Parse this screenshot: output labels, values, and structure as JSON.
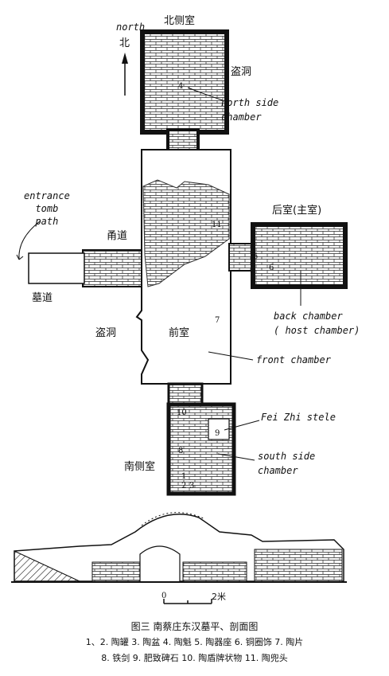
{
  "north_compass": {
    "en": "north",
    "cn": "北"
  },
  "rooms": {
    "north_side": {
      "cn": "北侧室",
      "en": "north side\nchamber"
    },
    "robbers_hole_north": "盗洞",
    "back": {
      "cn": "后室(主室)",
      "en": "back chamber\n( host chamber)"
    },
    "passage": "甬道",
    "entrance": {
      "cn": "墓道",
      "en": "entrance\ntomb\npath"
    },
    "robbers_hole_front": "盗洞",
    "front": {
      "cn": "前室",
      "en": "front chamber"
    },
    "stele": "Fei Zhi stele",
    "south_side": {
      "cn": "南侧室",
      "en": "south side\nchamber"
    }
  },
  "item_numbers": {
    "n4": "4",
    "n11": "11",
    "n5": "5",
    "n6": "6",
    "n7": "7",
    "n8": "8",
    "n9": "9",
    "n10": "10",
    "n1": "1",
    "n2": "2",
    "n3": "3"
  },
  "scale": {
    "zero": "0",
    "two": "2米"
  },
  "caption": {
    "title": "图三  南蔡庄东汉墓平、剖面图",
    "line1": "1、2. 陶罐   3. 陶盆   4. 陶魁   5. 陶器座   6. 铜圈饰   7. 陶片",
    "line2": "8. 铁剑   9. 肥致碑石   10. 陶盾牌状物   11. 陶兜头"
  }
}
